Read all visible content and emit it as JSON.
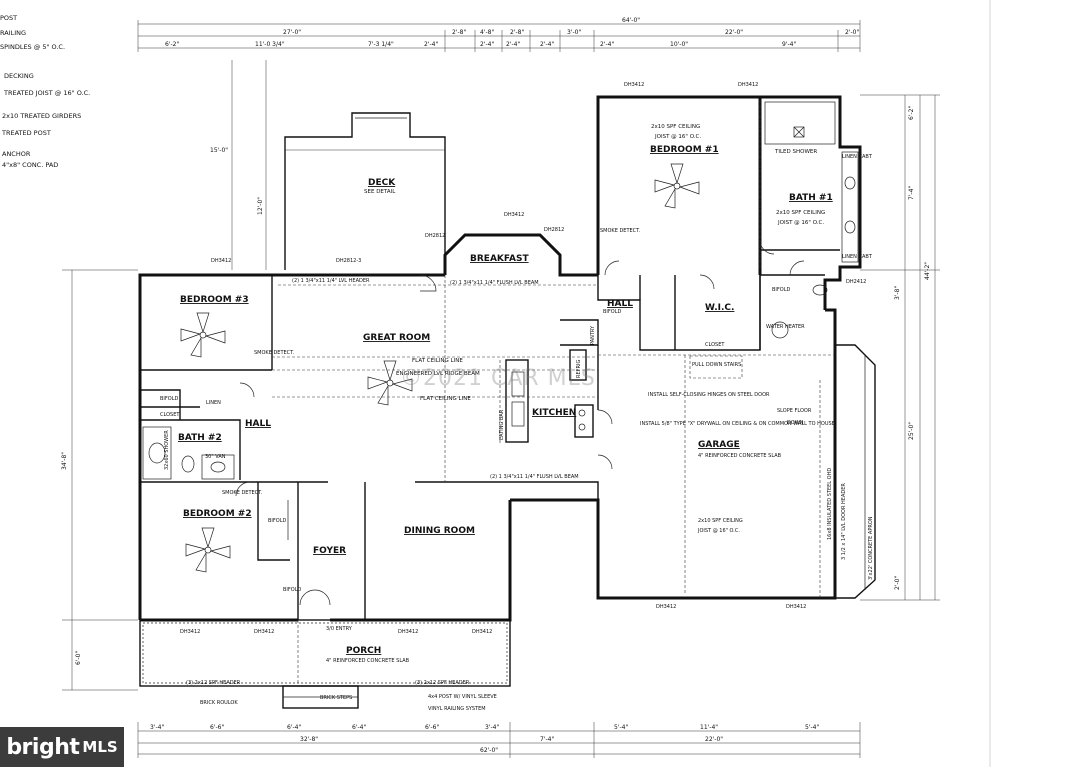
{
  "legend": [
    "POST",
    "RAILING",
    "SPINDLES @ 5\" O.C.",
    "DECKING",
    "TREATED JOIST @ 16\" O.C.",
    "2x10 TREATED GIRDERS",
    "TREATED POST",
    "ANCHOR",
    "4\"x8\" CONC. PAD"
  ],
  "rooms": {
    "deck": "DECK",
    "deck_note": "SEE DETAIL",
    "breakfast": "BREAKFAST",
    "bedroom1": "BEDROOM #1",
    "bath1": "BATH #1",
    "bedroom3": "BEDROOM #3",
    "great_room": "GREAT ROOM",
    "kitchen": "KITCHEN",
    "hall_left": "HALL",
    "hall_right": "HALL",
    "wic": "W.I.C.",
    "bath2": "BATH #2",
    "bedroom2": "BEDROOM #2",
    "foyer": "FOYER",
    "dining": "DINING ROOM",
    "garage": "GARAGE",
    "porch": "PORCH"
  },
  "notes": {
    "ceiling_spf": "2x10 SPF CEILING",
    "joist": "JOIST @ 16\" O.C.",
    "garage_slab": "4\" REINFORCED CONCRETE SLAB",
    "porch_slab": "4\" REINFORCED CONCRETE SLAB",
    "tiled_shower": "TILED SHOWER",
    "linen_cabt": "LINEN CABT",
    "header_top": "(2) 1 3/4\"x11 1/4\" LVL HEADER",
    "flush_beam_top": "(2) 1 3/4\"x11 1/4\" FLUSH LVL BEAM",
    "flush_beam_mid": "(2) 1 3/4\"x11 1/4\" FLUSH LVL BEAM",
    "flat_ceiling": "FLAT CEILING LINE",
    "ridge_beam": "ENGINEERED LVL RIDGE BEAM",
    "eating_bar": "EATING BAR",
    "pull_down": "PULL DOWN STAIRS",
    "self_closing": "INSTALL SELF-CLOSING HINGES ON STEEL DOOR",
    "drywall": "INSTALL 5/8\" TYPE \"X\" DRYWALL ON CEILING & ON COMMON WALL TO HOUSE",
    "slope_floor": "SLOPE FLOOR",
    "down": "DOWN",
    "garage_door": "16x8 INSULATED STEEL OHD",
    "garage_header": "3 1/2 x 14\" LVL DOOR HEADER",
    "concrete_apron": "3'x22' CONCRETE APRON",
    "entry": "3/0 ENTRY",
    "porch_header_l": "(3) 2x12 SPF HEADER",
    "porch_header_r": "(3) 2x12 SPF HEADER",
    "brick_roulok": "BRICK ROULOK",
    "brick_steps": "BRICK STEPS",
    "post_sleeve": "4x4 POST W/ VINYL SLEEVE",
    "vinyl_railing": "VINYL RAILING SYSTEM",
    "closet": "CLOSET",
    "linen": "LINEN",
    "pantry": "PANTRY",
    "refrig": "REFRIG",
    "water_heater": "WATER HEATER",
    "smoke": "SMOKE DETECT.",
    "van": "30\" VAN",
    "shower": "32x60 SHOWER",
    "bifold": "BIFOLD"
  },
  "windows": [
    "DH3412",
    "DH3412",
    "DH2812-3",
    "DH2812",
    "DH3412",
    "DH2812",
    "DH3412",
    "DH3412",
    "DH3412",
    "DH2412",
    "DH3412",
    "DH3412",
    "DH3412",
    "DH3412"
  ],
  "dims_top": [
    "27'-0\"",
    "2'-8\"",
    "4'-8\"",
    "2'-8\"",
    "3'-0\"",
    "64'-0\"",
    "22'-0\"",
    "2'-0\""
  ],
  "dims_top2": [
    "6'-2\"",
    "11'-0 3/4\"",
    "7'-3 1/4\"",
    "2'-4\"",
    "2'-4\"",
    "2'-4\"",
    "2'-4\"",
    "2'-4\"",
    "10'-0\"",
    "9'-4\""
  ],
  "dims_bottom": [
    "3'-4\"",
    "6'-6\"",
    "6'-4\"",
    "6'-4\"",
    "6'-6\"",
    "3'-4\"",
    "5'-4\"",
    "11'-4\"",
    "5'-4\""
  ],
  "dims_bottom2": [
    "32'-8\"",
    "7'-4\"",
    "22'-0\""
  ],
  "dims_total": "62'-0\"",
  "dims_left": [
    "34'-8\"",
    "15'-0\"",
    "12'-0\"",
    "6'-0\""
  ],
  "dims_right": [
    "6'-2\"",
    "7'-4\"",
    "44'-2\"",
    "3'-8\"",
    "25'-0\"",
    "2'-0\""
  ],
  "watermark": "©2021 CAR MLS",
  "logo": {
    "brand": "bright",
    "suffix": "MLS"
  }
}
